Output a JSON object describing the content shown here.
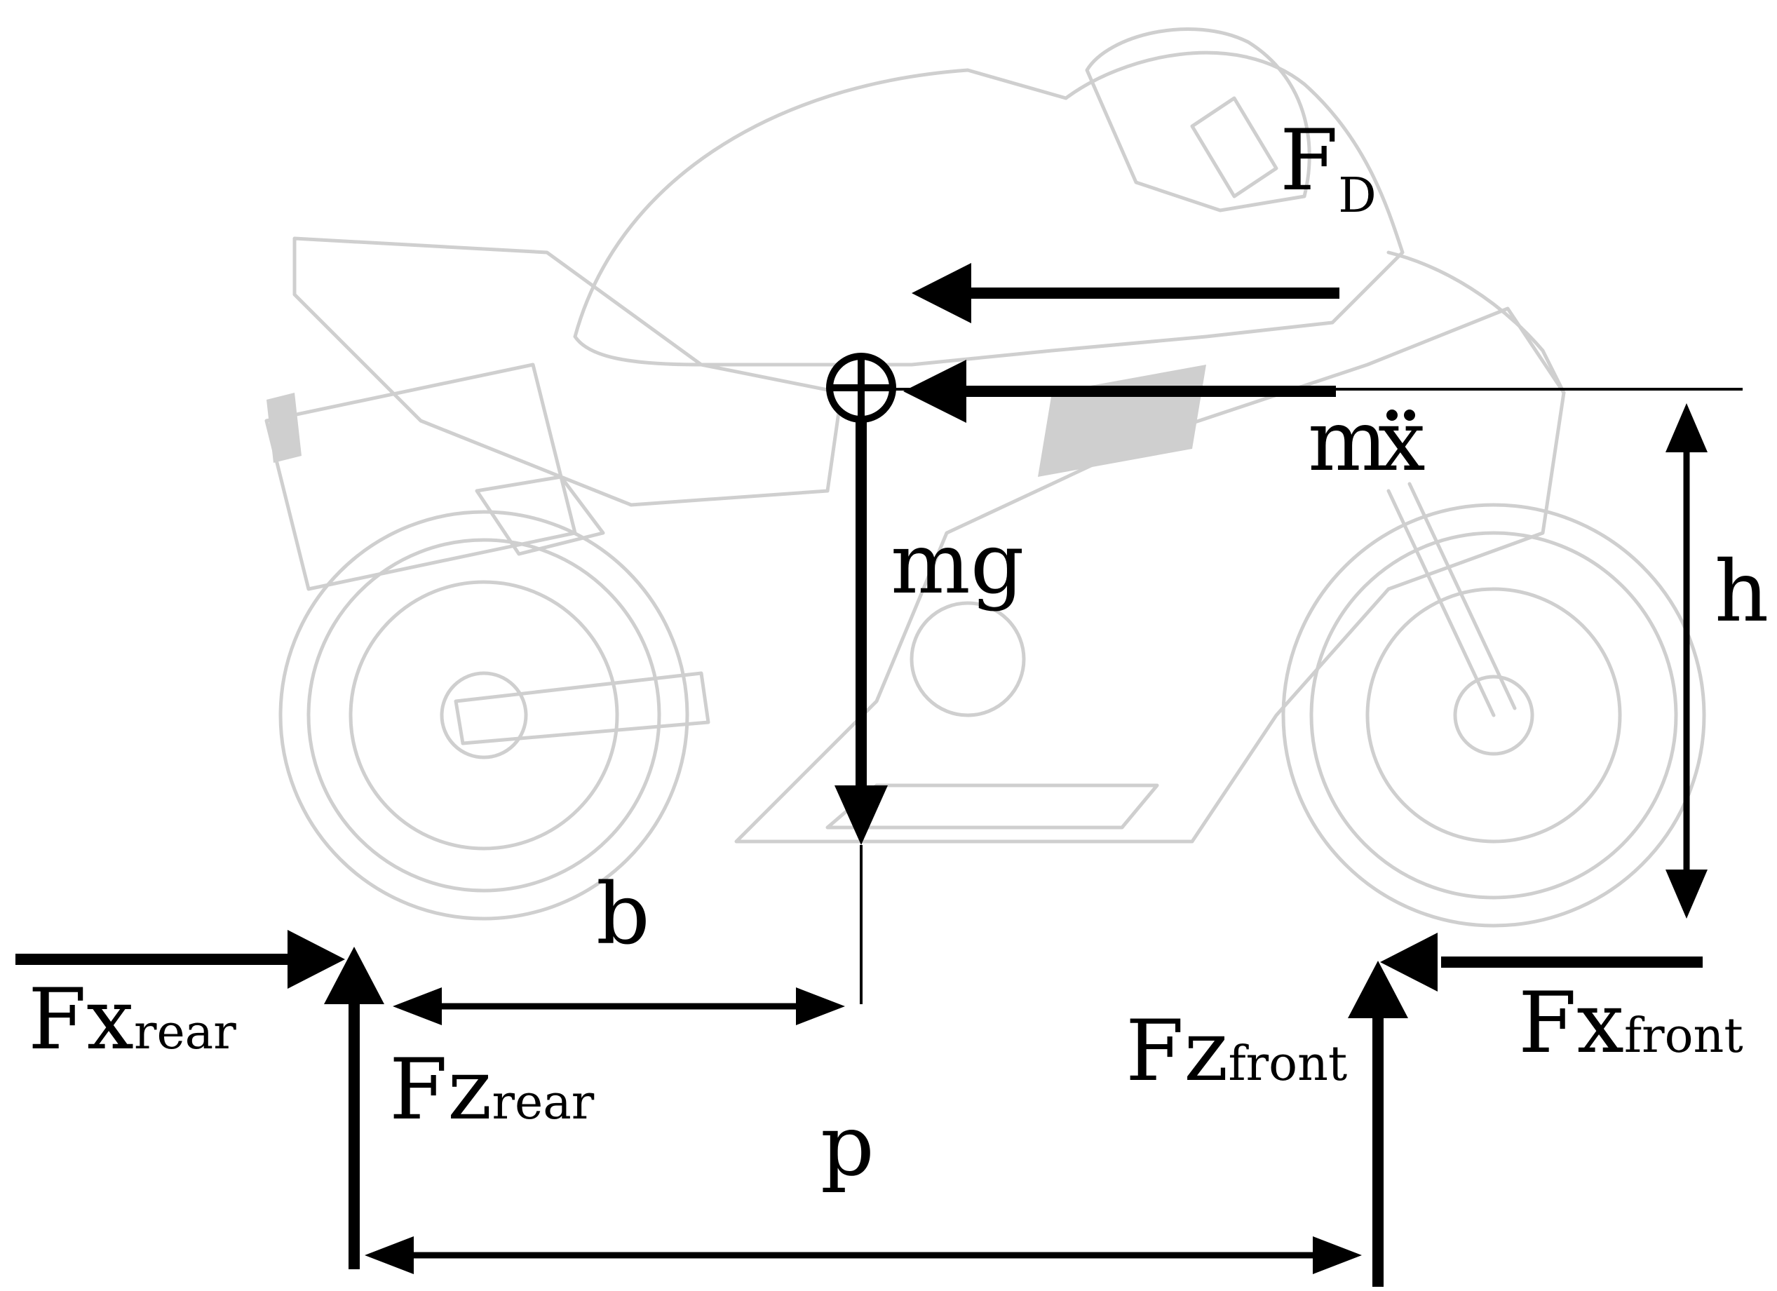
{
  "labels": {
    "drag_main": "F",
    "drag_sub": "D",
    "inertia_main": "m",
    "inertia_var": "x",
    "gravity": "mg",
    "height": "h",
    "cog_distance": "b",
    "wheelbase": "p",
    "fx_rear_main": "Fx",
    "fx_rear_sub": "rear",
    "fz_rear_main": "Fz",
    "fz_rear_sub": "rear",
    "fz_front_main": "Fz",
    "fz_front_sub": "front",
    "fx_front_main": "Fx",
    "fx_front_sub": "front"
  },
  "colors": {
    "arrows": "#000000",
    "sketch": "#cfcfcf",
    "background": "#ffffff"
  }
}
